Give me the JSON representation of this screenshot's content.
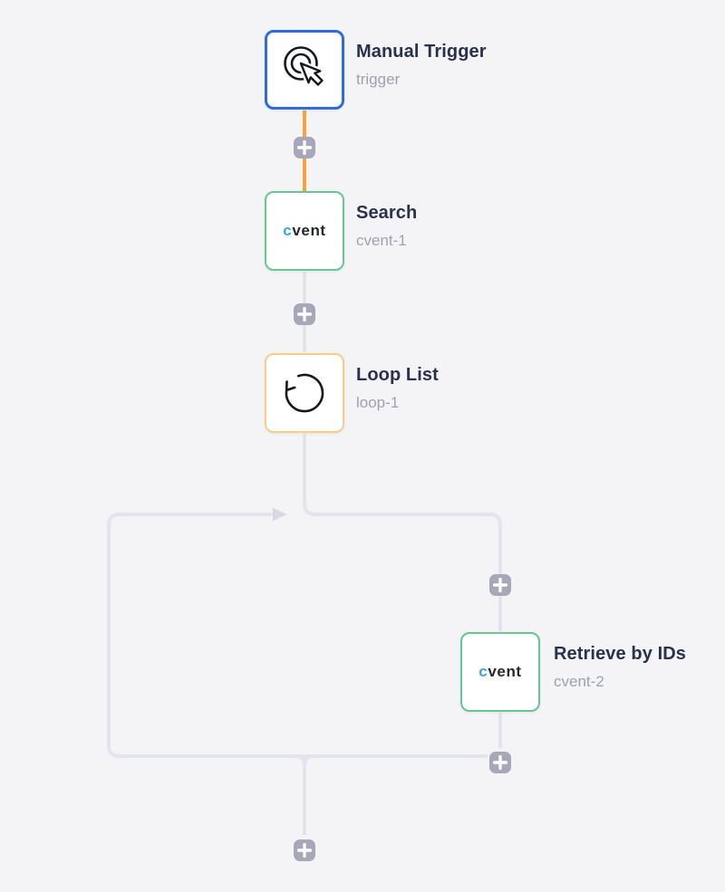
{
  "app": {
    "background": "#f4f4f6"
  },
  "colors": {
    "connector": "#e4e4ec",
    "connector_active": "#f7a33c",
    "loop_arrow": "#d7d8e2",
    "plus_button": "#a6a8ba",
    "trigger_border": "#2f6be0",
    "cvent_border": "#66c694",
    "loop_border": "#f7cd88",
    "title_text": "#2a3150",
    "subtitle_text": "#9da2b2",
    "cvent_logo_c": "#35a7dd",
    "cvent_logo_rest": "#23272f"
  },
  "nodes": [
    {
      "title": "Manual Trigger",
      "subtitle": "trigger",
      "icon": "manual-trigger-icon"
    },
    {
      "title": "Search",
      "subtitle": "cvent-1",
      "icon": "cvent-logo"
    },
    {
      "title": "Loop List",
      "subtitle": "loop-1",
      "icon": "loop-icon"
    },
    {
      "title": "Retrieve by IDs",
      "subtitle": "cvent-2",
      "icon": "cvent-logo"
    }
  ],
  "cvent_logo": {
    "first": "c",
    "rest": "vent"
  }
}
